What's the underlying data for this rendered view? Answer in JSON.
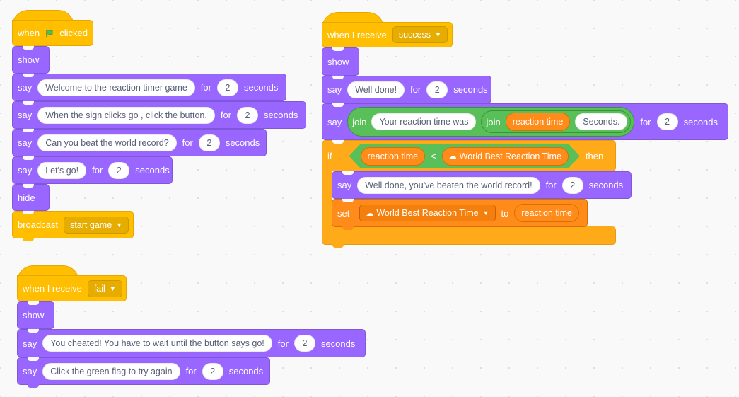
{
  "stack_green_flag": {
    "hat": {
      "when": "when",
      "clicked": "clicked"
    },
    "b1": "show",
    "b2": {
      "say": "say",
      "message": "Welcome to the reaction timer game",
      "for": "for",
      "secs": "2",
      "seconds": "seconds"
    },
    "b3": {
      "say": "say",
      "message": "When the sign clicks go , click the button.",
      "for": "for",
      "secs": "2",
      "seconds": "seconds"
    },
    "b4": {
      "say": "say",
      "message": "Can you beat the world record?",
      "for": "for",
      "secs": "2",
      "seconds": "seconds"
    },
    "b5": {
      "say": "say",
      "message": "Let's go!",
      "for": "for",
      "secs": "2",
      "seconds": "seconds"
    },
    "b6": "hide",
    "b7": {
      "label": "broadcast",
      "message": "start game"
    }
  },
  "stack_fail": {
    "hat": {
      "label": "when I receive",
      "message": "fail"
    },
    "b1": "show",
    "b2": {
      "say": "say",
      "message": "You cheated! You have to wait until the button says go!",
      "for": "for",
      "secs": "2",
      "seconds": "seconds"
    },
    "b3": {
      "say": "say",
      "message": "Click the green flag to try again",
      "for": "for",
      "secs": "2",
      "seconds": "seconds"
    }
  },
  "stack_success": {
    "hat": {
      "label": "when I receive",
      "message": "success"
    },
    "b1": "show",
    "b2": {
      "say": "say",
      "message": "Well done!",
      "for": "for",
      "secs": "2",
      "seconds": "seconds"
    },
    "b3": {
      "say": "say",
      "join1": "join",
      "text1": "Your reaction time was",
      "join2": "join",
      "var": "reaction time",
      "text2": "Seconds.",
      "for": "for",
      "secs": "2",
      "seconds": "seconds"
    },
    "if_block": {
      "if": "if",
      "var": "reaction time",
      "op": "<",
      "cloud_var": "World Best Reaction Time",
      "then": "then"
    },
    "b4": {
      "say": "say",
      "message": "Well done, you've beaten the world record!",
      "for": "for",
      "secs": "2",
      "seconds": "seconds"
    },
    "b5": {
      "set": "set",
      "cloud_var": "World Best Reaction Time",
      "to": "to",
      "var": "reaction time"
    }
  },
  "icons": {
    "flag": "green-flag-icon",
    "dropdown": "dropdown-arrow-icon",
    "cloud": "cloud-icon"
  },
  "colors": {
    "looks": "#9966ff",
    "events": "#ffbf00",
    "control": "#ffab19",
    "variables": "#ff8c1a",
    "operators": "#59c059"
  }
}
